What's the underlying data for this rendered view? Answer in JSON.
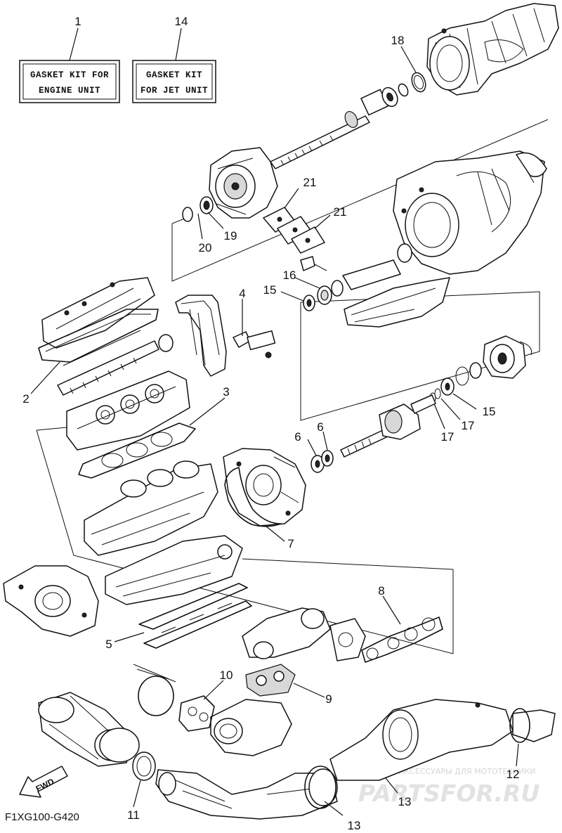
{
  "kit_boxes": [
    {
      "number": "1",
      "line1": "GASKET KIT FOR",
      "line2": "ENGINE UNIT"
    },
    {
      "number": "14",
      "line1": "GASKET KIT",
      "line2": "FOR JET UNIT"
    }
  ],
  "callouts": {
    "c2": "2",
    "c3": "3",
    "c4": "4",
    "c5": "5",
    "c6a": "6",
    "c6b": "6",
    "c7": "7",
    "c8": "8",
    "c9": "9",
    "c10": "10",
    "c11": "11",
    "c12": "12",
    "c13a": "13",
    "c13b": "13",
    "c15a": "15",
    "c15b": "15",
    "c16": "16",
    "c17a": "17",
    "c17b": "17",
    "c18": "18",
    "c19": "19",
    "c20": "20",
    "c21a": "21",
    "c21b": "21"
  },
  "fwd_label": "FWD",
  "diagram_code": "F1XG100-G420",
  "watermark": {
    "small": "ЗАПЧАСТИ И АКСЕССУАРЫ ДЛЯ МОТОТЕХНИКИ",
    "big": "PARTSFOR.RU"
  }
}
